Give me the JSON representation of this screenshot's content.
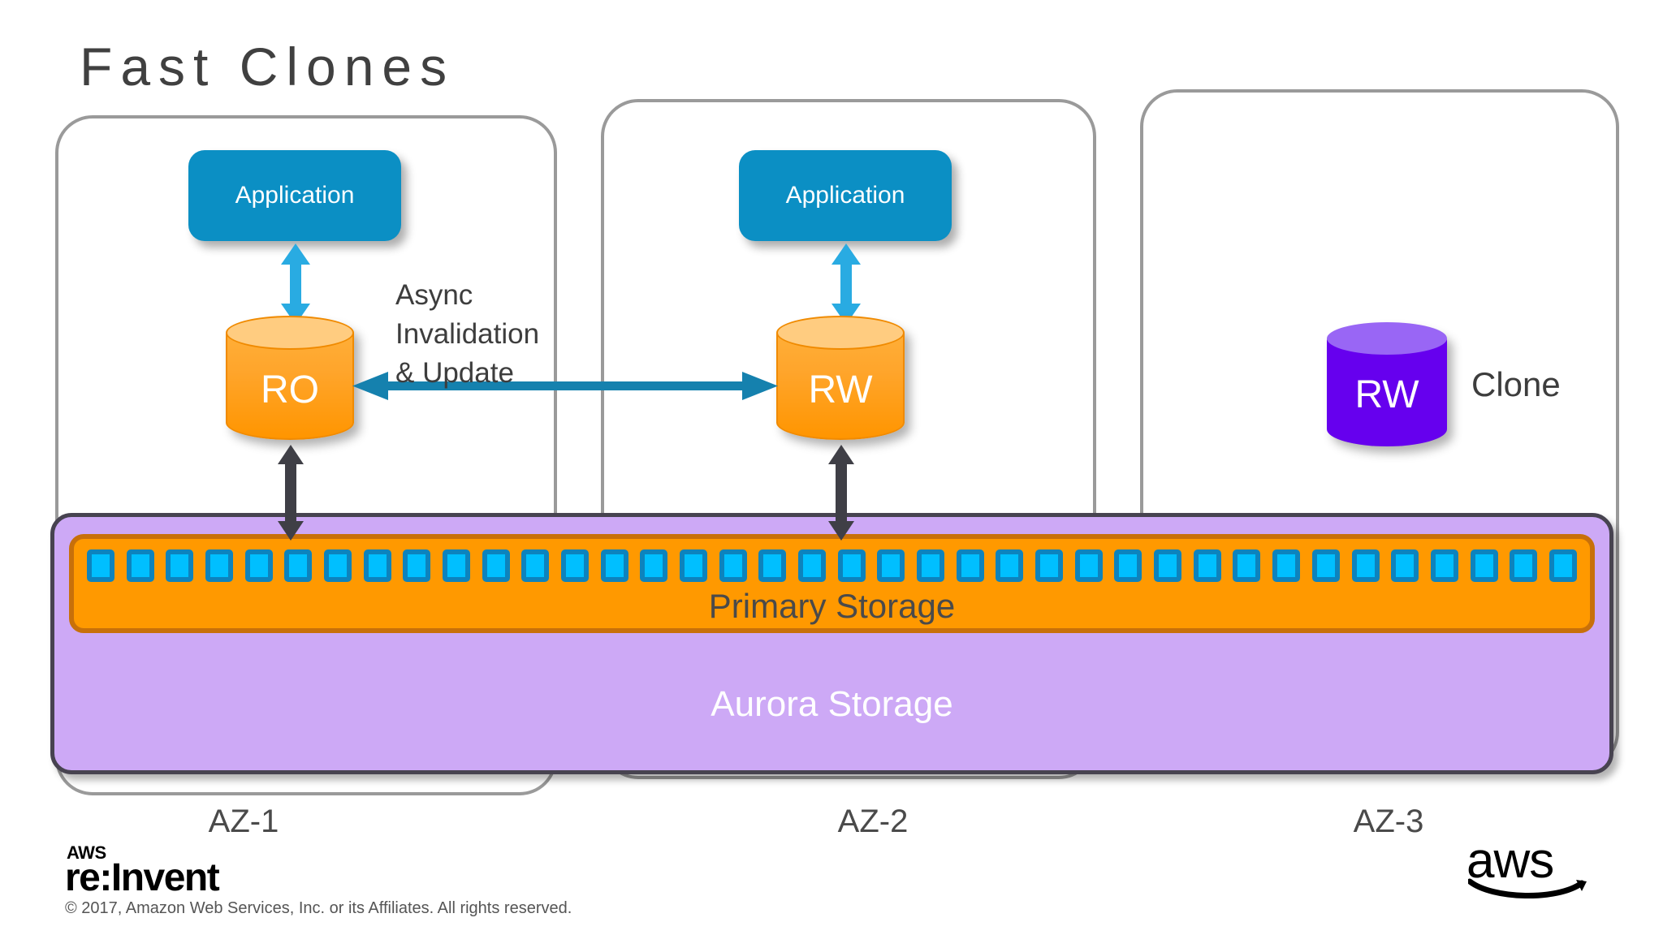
{
  "slide": {
    "title": "Fast Clones"
  },
  "availability_zones": [
    {
      "id": "az-1",
      "label": "AZ-1"
    },
    {
      "id": "az-2",
      "label": "AZ-2"
    },
    {
      "id": "az-3",
      "label": "AZ-3"
    }
  ],
  "nodes": {
    "app_left": {
      "label": "Application",
      "color": "#0b8fc4"
    },
    "app_middle": {
      "label": "Application",
      "color": "#0b8fc4"
    },
    "db_ro": {
      "label": "RO",
      "color": "#ff9500"
    },
    "db_rw": {
      "label": "RW",
      "color": "#ff9500"
    },
    "db_clone": {
      "label": "RW",
      "color": "#6600ee"
    },
    "clone_caption": "Clone"
  },
  "annotations": {
    "async_invalidation": "Async\nInvalidation\n& Update"
  },
  "storage": {
    "primary_label": "Primary Storage",
    "aurora_label": "Aurora Storage",
    "primary_color": "#ff9900",
    "primary_border_color": "#c8700a",
    "aurora_color": "#cda9f6",
    "segment_color": "#00bfff",
    "segment_border_color": "#0d83bd",
    "segment_count": 38
  },
  "footer": {
    "logo_aws": "AWS",
    "logo_main": "re:Invent",
    "copyright": "© 2017, Amazon Web Services, Inc. or its Affiliates. All rights reserved.",
    "aws_wordmark": "aws"
  }
}
